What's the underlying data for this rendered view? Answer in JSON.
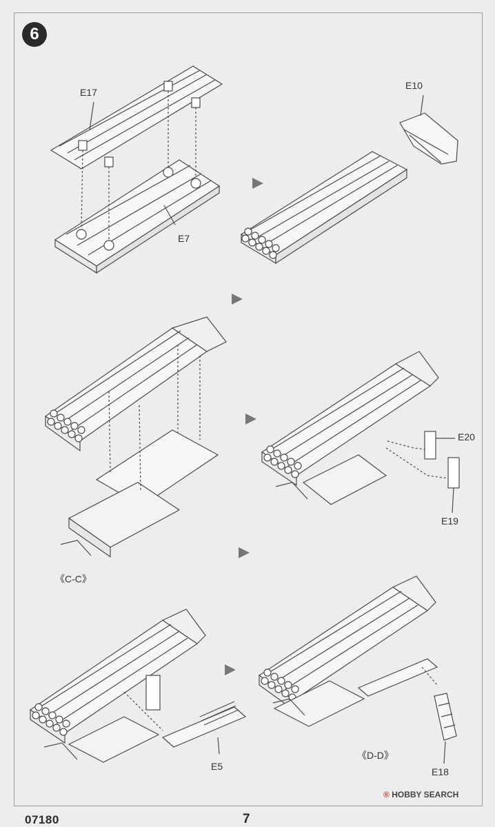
{
  "step": {
    "number": "6"
  },
  "parts": {
    "e17": "E17",
    "e10": "E10",
    "e7": "E7",
    "e20": "E20",
    "e19": "E19",
    "e5": "E5",
    "e18": "E18"
  },
  "views": {
    "cc": "《C-C》",
    "dd": "《D-D》"
  },
  "footer": {
    "code": "07180",
    "page": "7"
  },
  "watermark": {
    "prefix": "®",
    "brand": "HOBBY SEARCH"
  },
  "colors": {
    "background": "#ecedee",
    "line": "#4a4a4a",
    "badge": "#2a2a2a"
  }
}
